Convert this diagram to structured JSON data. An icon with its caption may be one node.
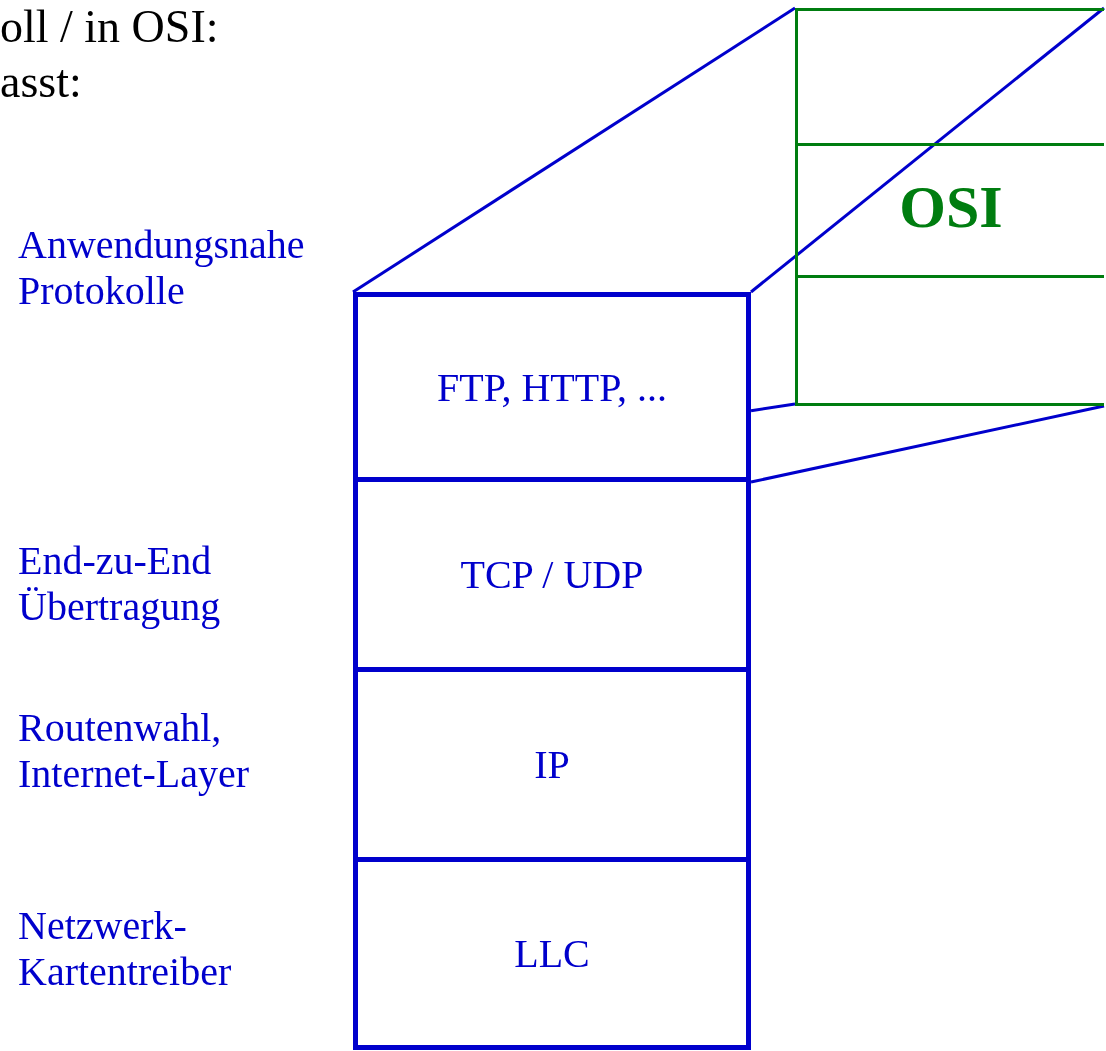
{
  "diagram": {
    "nodes": [
      {
        "text": [
          "FTP, HTTP, ..."
        ],
        "beside": [
          "Anwendungsnahe Protokolle"
        ]
      },
      {
        "text": [
          "TCP / UDP"
        ],
        "beside": [
          "End-zu-End Übertragung"
        ]
      },
      {
        "text": [
          "IP"
        ],
        "beside": [
          "Routenwahl, Internet-Layer"
        ]
      },
      {
        "text": [
          "LLC"
        ],
        "beside": [
          "Netzwerk- Kartentreiber"
        ]
      },
      {
        "text": [
          "OSI"
        ]
      }
    ],
    "edges": [
      {
        "from": 0,
        "to": 4,
        "arrow": "none"
      },
      {
        "from": 0,
        "to": 4,
        "arrow": "none"
      },
      {
        "from": 0,
        "to": 4,
        "arrow": "none"
      },
      {
        "from": 0,
        "to": 4,
        "arrow": "none"
      }
    ],
    "labels": [
      "oll / in OSI:",
      "asst:"
    ]
  }
}
